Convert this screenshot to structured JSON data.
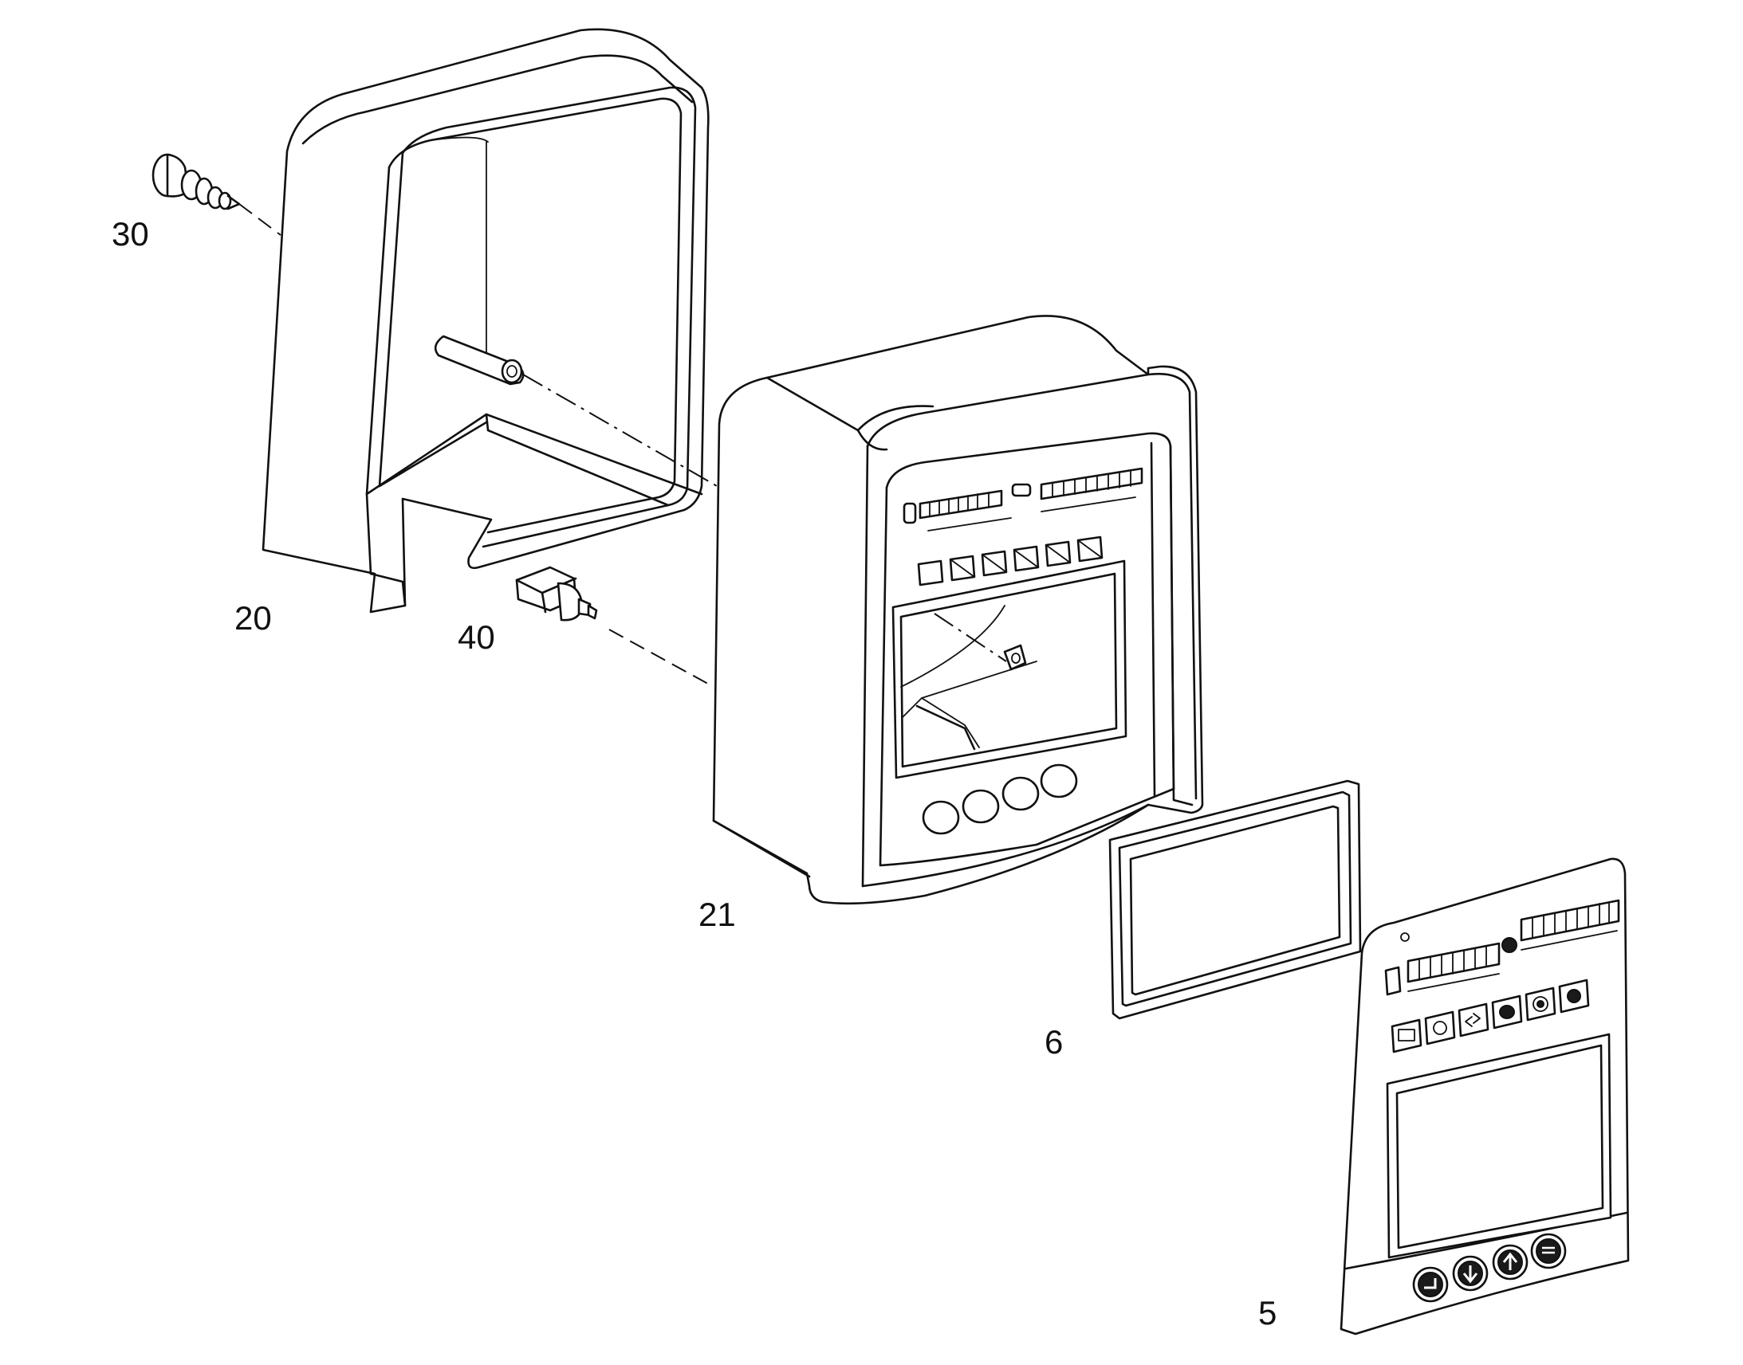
{
  "callouts": {
    "c30": "30",
    "c20": "20",
    "c40": "40",
    "c21": "21",
    "c6": "6",
    "c5": "5"
  },
  "icons": [
    "battery-icon",
    "coolant-temperature-icon",
    "turn-signal-icon",
    "brake-icon",
    "oil-pressure-icon",
    "air-filter-icon"
  ],
  "buttons": [
    "enter-button-icon",
    "down-arrow-button-icon",
    "up-arrow-button-icon",
    "menu-button-icon"
  ]
}
